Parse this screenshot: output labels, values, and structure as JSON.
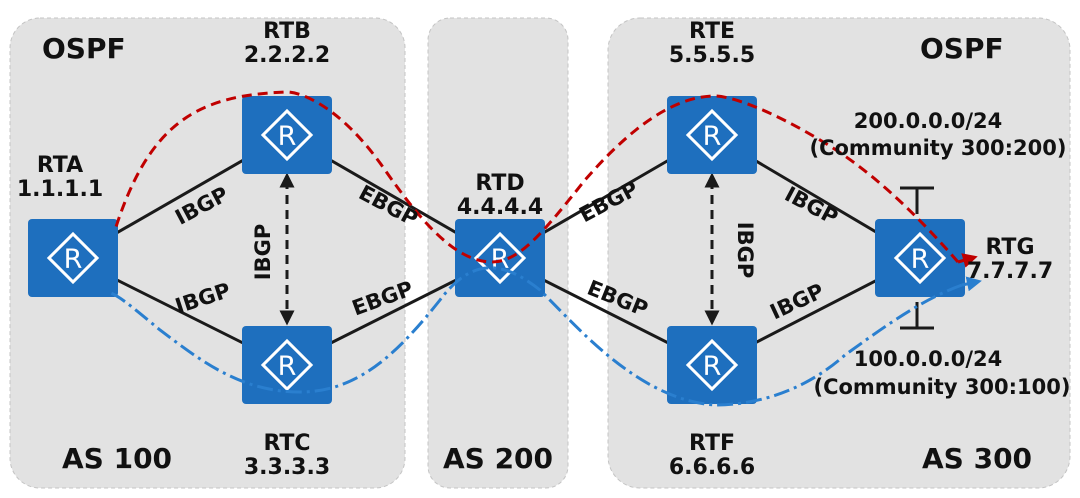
{
  "colors": {
    "region_fill": "#e2e2e2",
    "region_stroke": "#c4c4c4",
    "router_fill": "#1e6fbe",
    "link": "#1a1a1a",
    "path_red": "#c00000",
    "path_blue": "#2a7fcf"
  },
  "regions": {
    "as100": {
      "protocol": "OSPF",
      "as": "AS 100"
    },
    "as200": {
      "as": "AS 200"
    },
    "as300": {
      "protocol": "OSPF",
      "as": "AS 300"
    }
  },
  "routers": {
    "rta": {
      "name": "RTA",
      "id": "1.1.1.1",
      "icon": "router-icon"
    },
    "rtb": {
      "name": "RTB",
      "id": "2.2.2.2",
      "icon": "router-icon"
    },
    "rtc": {
      "name": "RTC",
      "id": "3.3.3.3",
      "icon": "router-icon"
    },
    "rtd": {
      "name": "RTD",
      "id": "4.4.4.4",
      "icon": "router-icon"
    },
    "rte": {
      "name": "RTE",
      "id": "5.5.5.5",
      "icon": "router-icon"
    },
    "rtf": {
      "name": "RTF",
      "id": "6.6.6.6",
      "icon": "router-icon"
    },
    "rtg": {
      "name": "RTG",
      "id": "7.7.7.7",
      "icon": "router-icon"
    }
  },
  "links": {
    "rta_rtb": "IBGP",
    "rta_rtc": "IBGP",
    "rtb_rtc": "IBGP",
    "rtb_rtd": "EBGP",
    "rtc_rtd": "EBGP",
    "rtd_rte": "EBGP",
    "rtd_rtf": "EBGP",
    "rte_rtf": "IBGP",
    "rte_rtg": "IBGP",
    "rtf_rtg": "IBGP"
  },
  "prefixes": {
    "upper": {
      "network": "200.0.0.0/24",
      "community": "(Community 300:200)"
    },
    "lower": {
      "network": "100.0.0.0/24",
      "community": "(Community 300:100)"
    }
  }
}
